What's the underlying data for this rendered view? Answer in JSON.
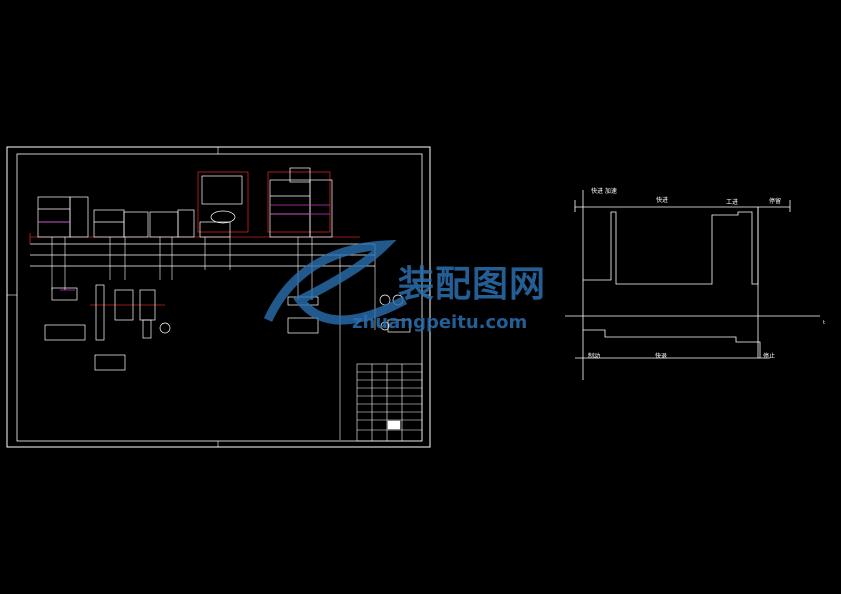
{
  "watermark": {
    "cn": "装配图网",
    "en": "zhuangpeitu.com"
  },
  "timing": {
    "top": {
      "t1": "快进\n加速",
      "t2": "快进",
      "t3": "工进",
      "t4": "停留"
    },
    "bottom": {
      "t1": "制动",
      "t2": "快退",
      "t3": "停止"
    },
    "axis": "t"
  },
  "colors": {
    "background": "#000000",
    "line": "#ffffff",
    "red": "#cc2222",
    "magenta": "#cc33cc",
    "watermark": "#2a6fb0"
  }
}
